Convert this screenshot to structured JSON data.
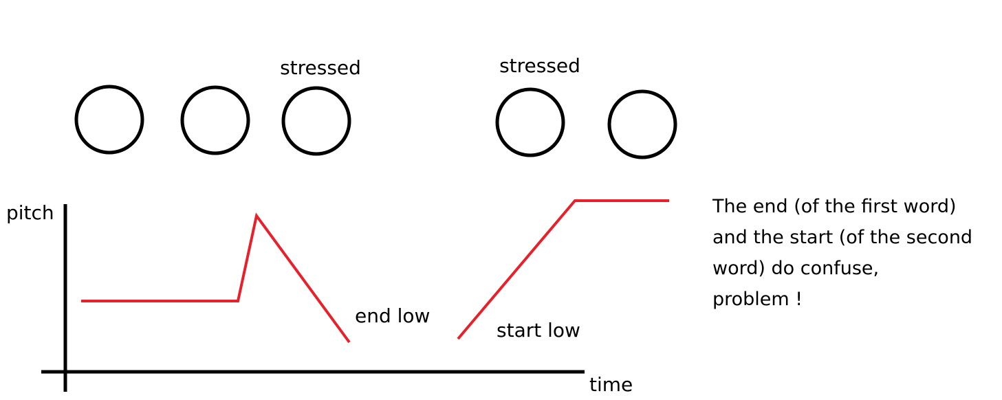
{
  "labels": {
    "stressed_1": "stressed",
    "stressed_2": "stressed",
    "y_axis": "pitch",
    "x_axis": "time",
    "end_low": "end low",
    "start_low": "start low"
  },
  "note_lines": [
    "The end (of the first word)",
    "and the start (of the second",
    "word) do confuse,",
    "problem !"
  ],
  "colors": {
    "pitch_line": "#e8202a",
    "ink": "#000000",
    "background": "#ffffff"
  },
  "syllables": {
    "word_1": [
      "unstressed",
      "unstressed",
      "stressed"
    ],
    "word_2": [
      "stressed",
      "unstressed"
    ]
  }
}
